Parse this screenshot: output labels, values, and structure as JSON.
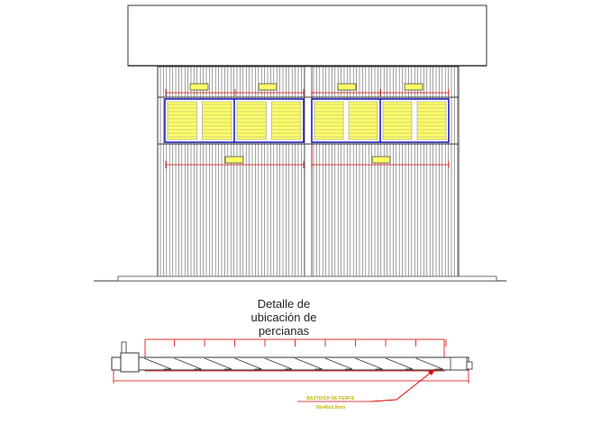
{
  "caption": {
    "line1": "Detalle de",
    "line2": "ubicación de",
    "line3": "percianas"
  },
  "callout": {
    "line1": "BASTIDOR DE PERFIL",
    "line2": "50x40x2.0mm"
  },
  "colors": {
    "outline": "#333333",
    "siding": "#444444",
    "louver_fill": "#ffff66",
    "louver_frame": "#2222bb",
    "dimension": "#dd0000",
    "note": "#c8b400"
  }
}
